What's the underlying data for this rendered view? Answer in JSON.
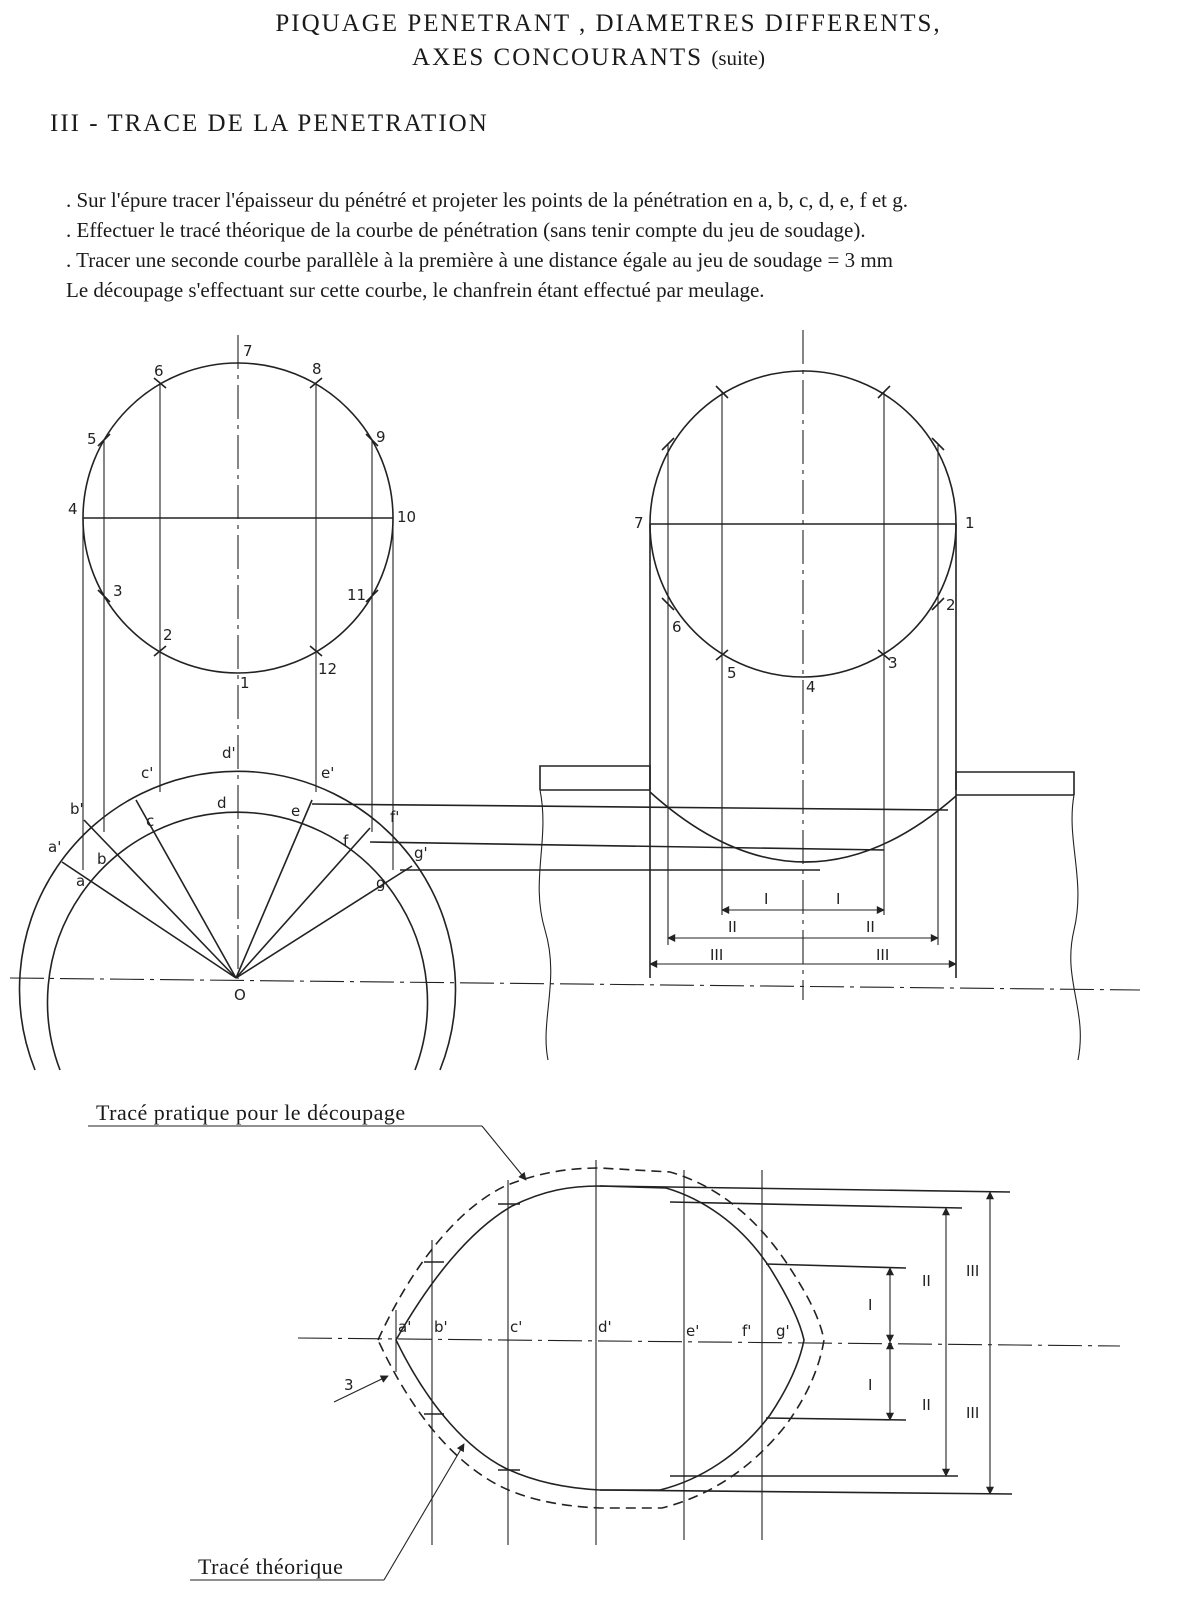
{
  "header": {
    "title_line1": "PIQUAGE PENETRANT , DIAMETRES DIFFERENTS,",
    "title_line2": "AXES CONCOURANTS",
    "title_suffix": "(suite)",
    "section": "III - TRACE DE LA PENETRATION"
  },
  "instructions": [
    ". Sur l'épure tracer l'épaisseur du pénétré et projeter les points de la pénétration en a, b, c, d, e, f et g.",
    ". Effectuer le tracé théorique de la courbe de pénétration (sans tenir compte du jeu de soudage).",
    ". Tracer une seconde courbe parallèle à la première à une distance égale au jeu de soudage = 3 mm",
    "Le découpage s'effectuant sur cette courbe, le chanfrein étant effectué par meulage."
  ],
  "left_view": {
    "circle_points": [
      "1",
      "2",
      "3",
      "4",
      "5",
      "6",
      "7",
      "8",
      "9",
      "10",
      "11",
      "12"
    ],
    "outer_points": [
      "a'",
      "b'",
      "c'",
      "d'",
      "e'",
      "f'",
      "g'"
    ],
    "inner_points": [
      "a",
      "b",
      "c",
      "d",
      "e",
      "f",
      "g"
    ],
    "center": "O"
  },
  "right_view": {
    "circle_points": [
      "1",
      "2",
      "3",
      "4",
      "5",
      "6",
      "7"
    ],
    "dims": [
      "I",
      "I",
      "II",
      "II",
      "III",
      "III"
    ]
  },
  "development": {
    "points": [
      "a'",
      "b'",
      "c'",
      "d'",
      "e'",
      "f'",
      "g'"
    ],
    "dims": [
      "I",
      "I",
      "II",
      "II",
      "III",
      "III"
    ],
    "gap": "3",
    "label_practical": "Tracé pratique pour le découpage",
    "label_theoretical": "Tracé théorique"
  }
}
